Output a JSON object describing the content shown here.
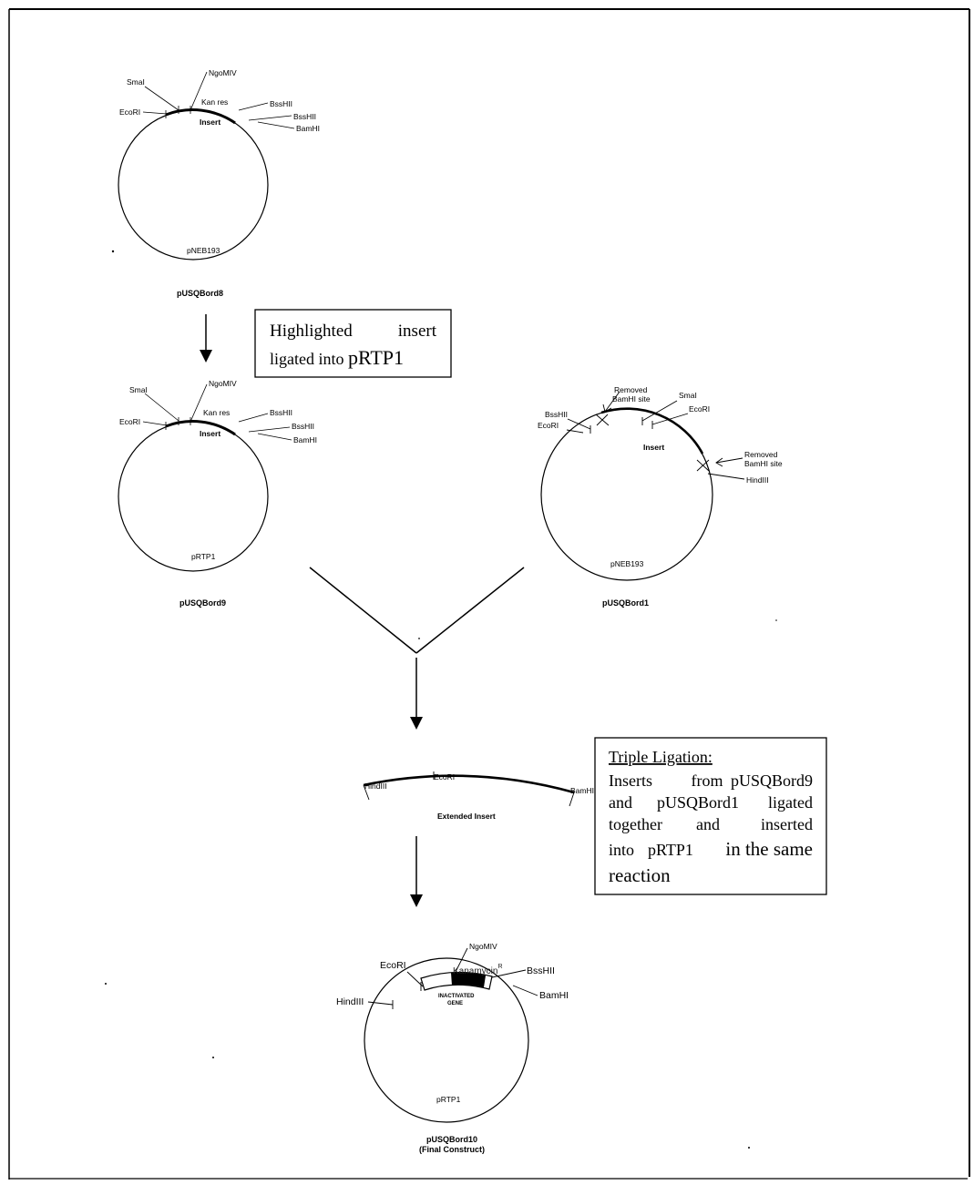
{
  "plasmid1": {
    "sites": [
      "SmaI",
      "NgoMIV",
      "EcoRI",
      "Kan res",
      "BssHII",
      "BssHII",
      "BamHI"
    ],
    "insert_label": "Insert",
    "backbone": "pNEB193",
    "caption": "pUSQBord8"
  },
  "note1": {
    "line1_a": "Highlighted",
    "line1_b": "insert",
    "line2_a": "ligated into ",
    "line2_b": "pRTP1"
  },
  "plasmid2": {
    "sites": [
      "SmaI",
      "NgoMIV",
      "EcoRI",
      "Kan res",
      "BssHII",
      "BssHII",
      "BamHI"
    ],
    "insert_label": "Insert",
    "backbone": "pRTP1",
    "caption": "pUSQBord9"
  },
  "plasmid3": {
    "removed_top": [
      "Removed",
      "BamHI site"
    ],
    "removed_right": [
      "Removed",
      "BamHI site"
    ],
    "sites": [
      "SmaI",
      "EcoRI",
      "BssHII",
      "EcoRI",
      "HindIII"
    ],
    "insert_label": "Insert",
    "backbone": "pNEB193",
    "caption": "pUSQBord1"
  },
  "fragment": {
    "sites": [
      "HindIII",
      "EcoRI",
      "BamHI"
    ],
    "label": "Extended Insert"
  },
  "note2": {
    "title": "Triple Ligation:",
    "lines": [
      [
        "Inserts",
        "from",
        "pUSQBord9"
      ],
      [
        "and",
        "pUSQBord1",
        "ligated"
      ],
      [
        "together",
        "and",
        "inserted"
      ],
      [
        "into",
        "pRTP1",
        "in the same"
      ],
      [
        "reaction"
      ]
    ]
  },
  "plasmid4": {
    "sites": [
      "NgoMIV",
      "EcoRI",
      "Kanamycin",
      "R",
      "BssHII",
      "BamHI",
      "HindIII"
    ],
    "gene_label": [
      "INACTIVATED",
      "GENE"
    ],
    "backbone": "pRTP1",
    "caption": [
      "pUSQBord10",
      "(Final Construct)"
    ]
  }
}
